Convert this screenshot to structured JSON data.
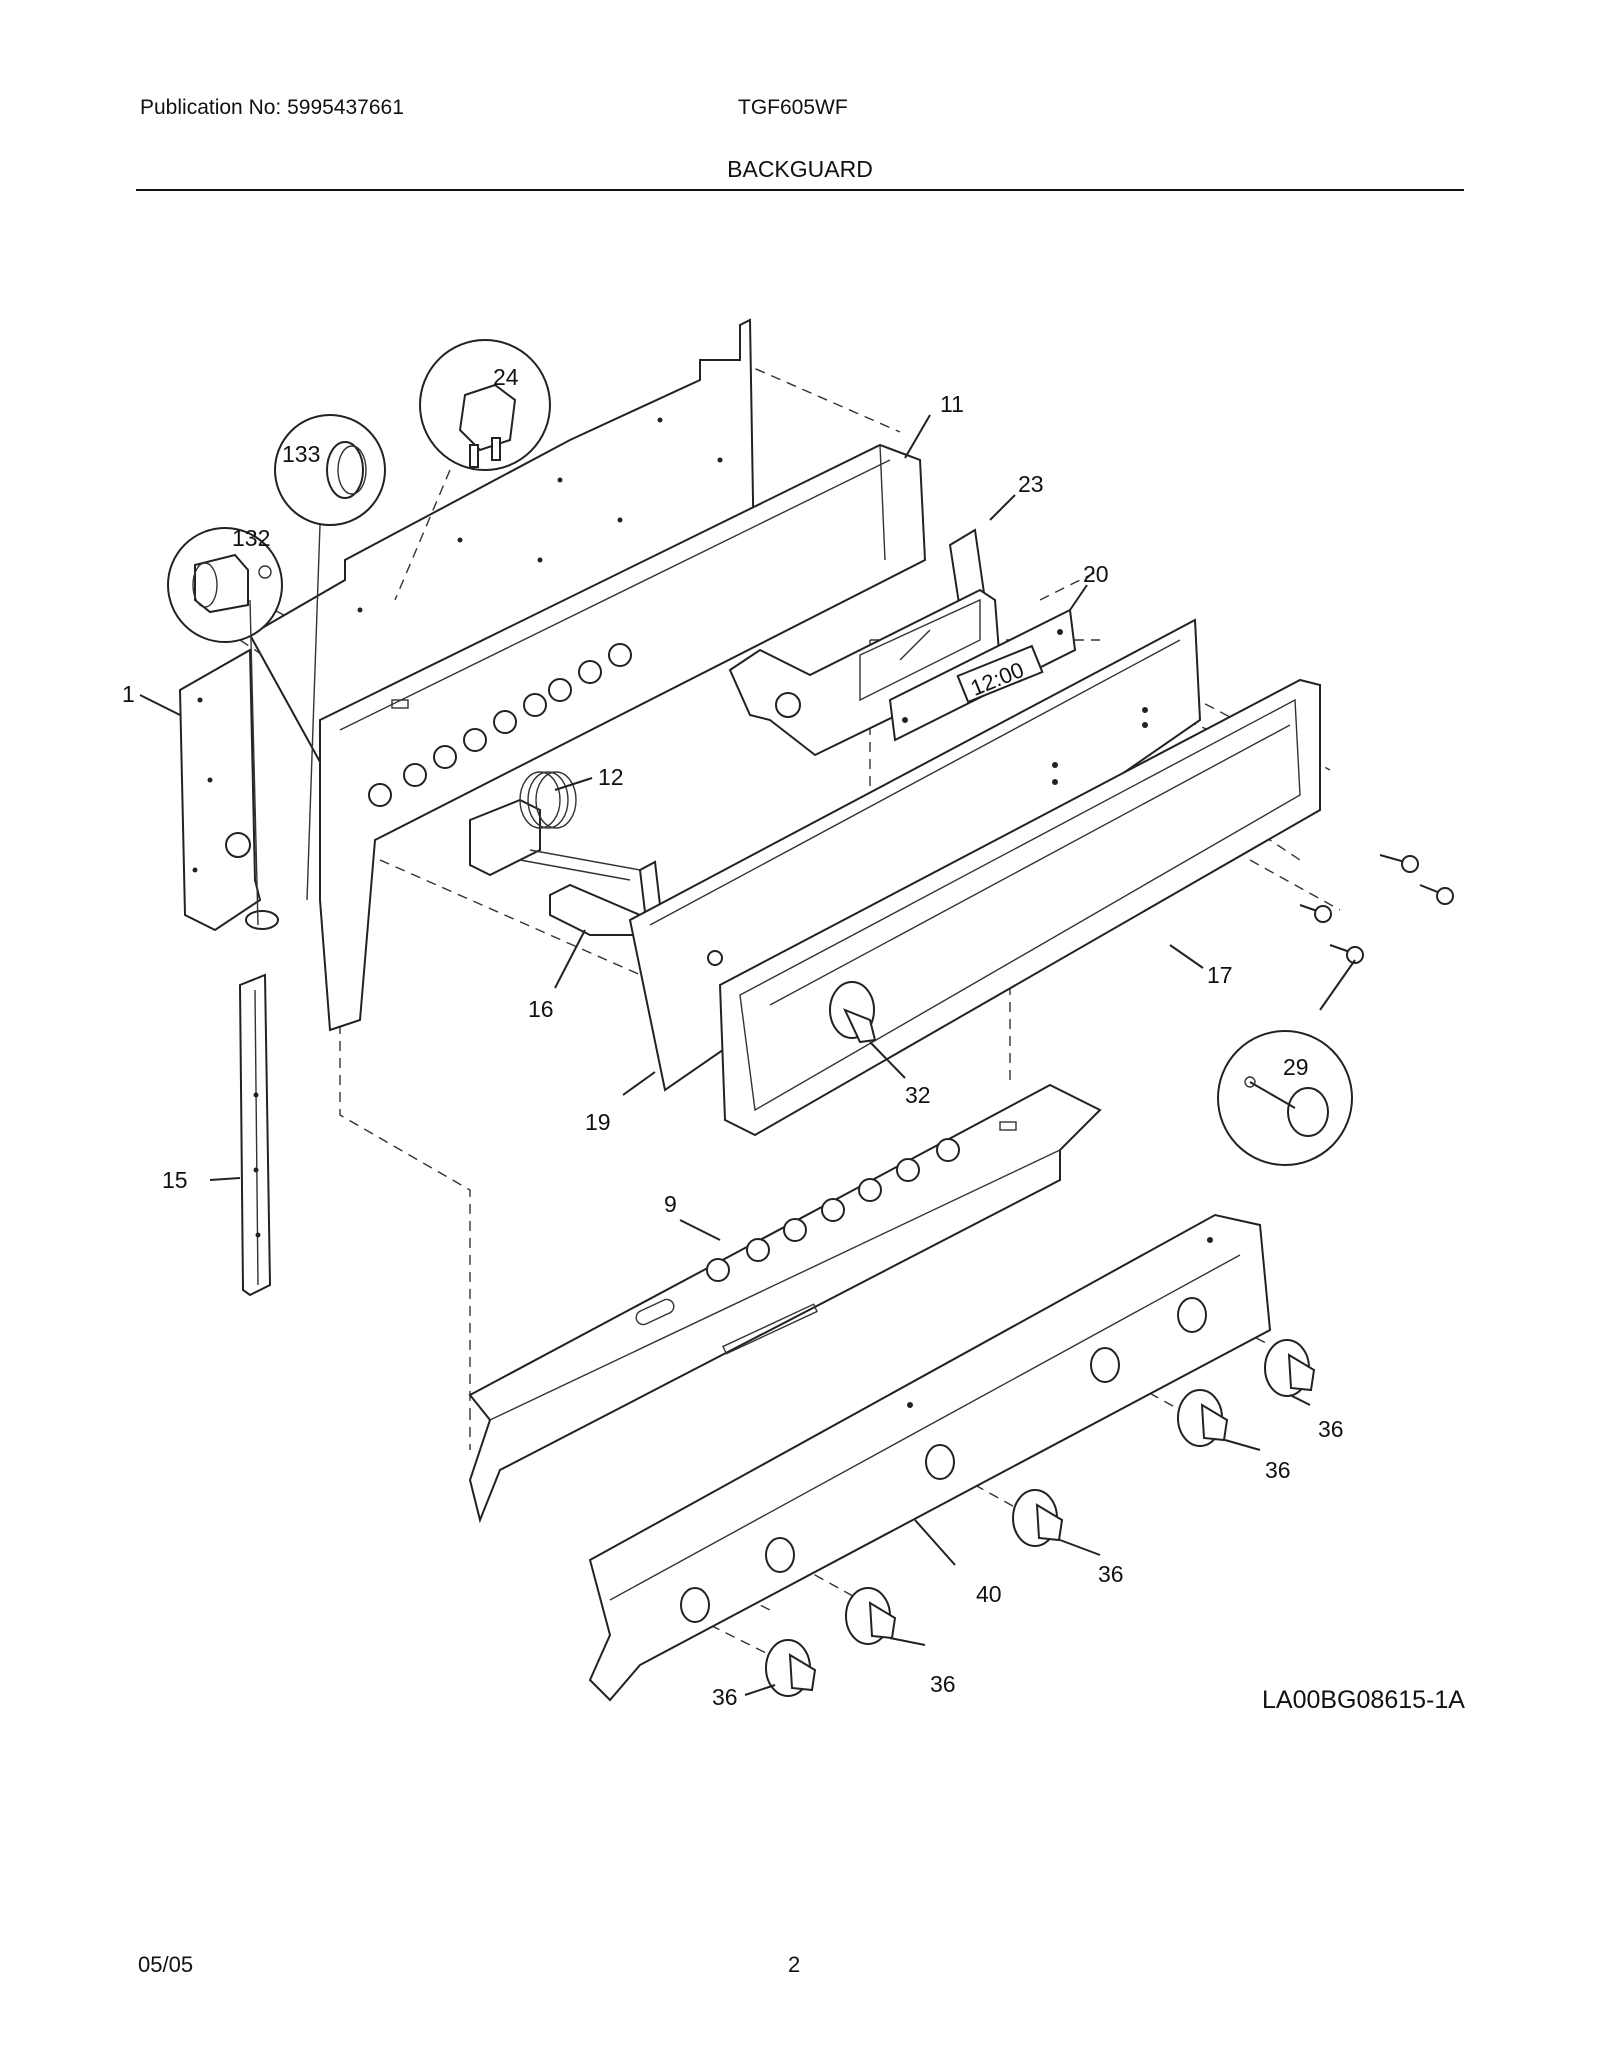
{
  "header": {
    "publication": "Publication No: 5995437661",
    "model": "TGF605WF",
    "title": "BACKGUARD"
  },
  "figure": {
    "code": "LA00BG08615-1A",
    "clock_display": "12:00",
    "callouts": {
      "c1": "1",
      "c9": "9",
      "c11": "11",
      "c12": "12",
      "c15": "15",
      "c16": "16",
      "c17": "17",
      "c19": "19",
      "c20": "20",
      "c23": "23",
      "c24": "24",
      "c29": "29",
      "c32": "32",
      "c36a": "36",
      "c36b": "36",
      "c36c": "36",
      "c36d": "36",
      "c36e": "36",
      "c40": "40",
      "c132": "132",
      "c133": "133"
    }
  },
  "footer": {
    "date": "05/05",
    "page": "2"
  }
}
